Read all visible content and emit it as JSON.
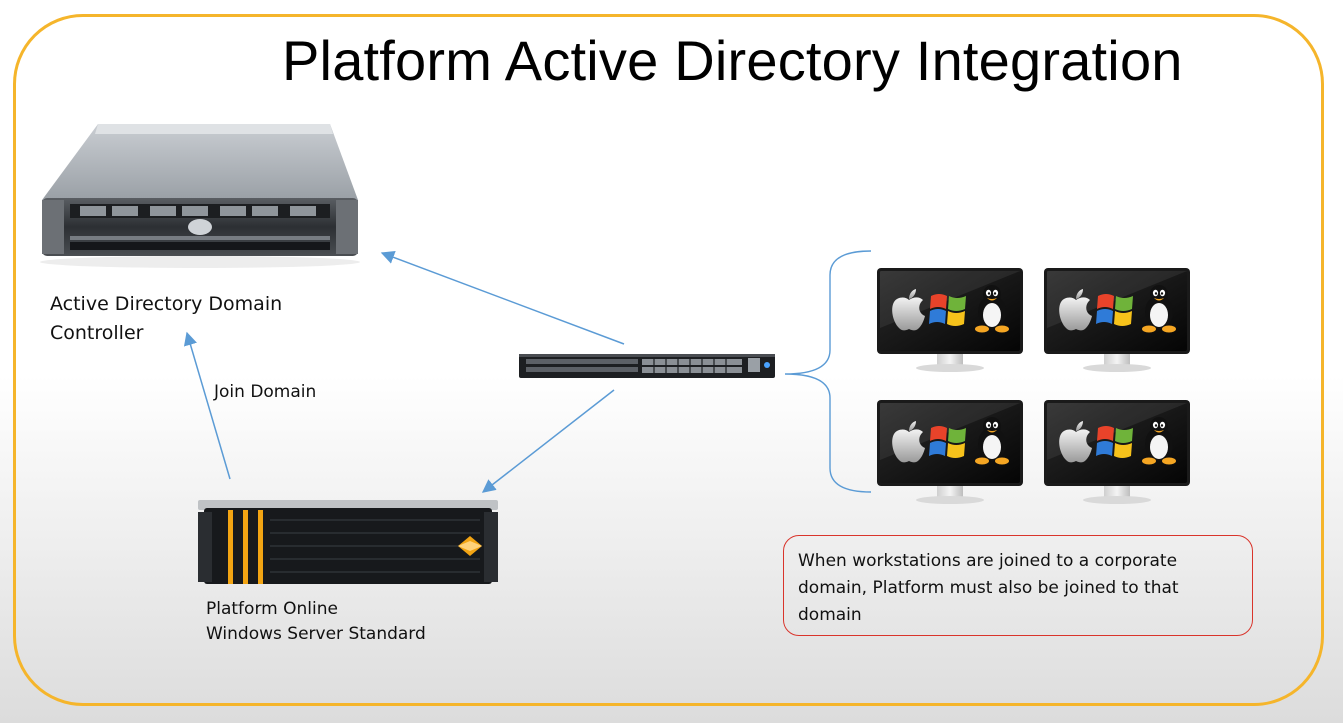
{
  "title": "Platform Active Directory Integration",
  "domain_controller": {
    "label_line1": "Active Directory Domain",
    "label_line2": "Controller",
    "icon": "rack-server-icon"
  },
  "join_domain_label": "Join Domain",
  "platform_server": {
    "label_line1": "Platform Online",
    "label_line2": "Windows Server Standard",
    "icon": "storage-server-icon"
  },
  "network_switch": {
    "icon": "network-switch-icon"
  },
  "workstations": {
    "count": 4,
    "icon": "monitor-icon",
    "os_logos": [
      "apple-logo-icon",
      "windows-logo-icon",
      "linux-tux-icon"
    ]
  },
  "note": {
    "text": "When workstations are joined to a corporate domain, Platform must also be joined to that domain",
    "line1": "When workstations are joined to a corporate",
    "line2": "domain, Platform must also be joined to that",
    "line3": "domain"
  },
  "colors": {
    "frame": "#f5b52b",
    "arrow": "#5b9bd5",
    "note_border": "#d9342b",
    "bracket": "#5b9bd5"
  }
}
